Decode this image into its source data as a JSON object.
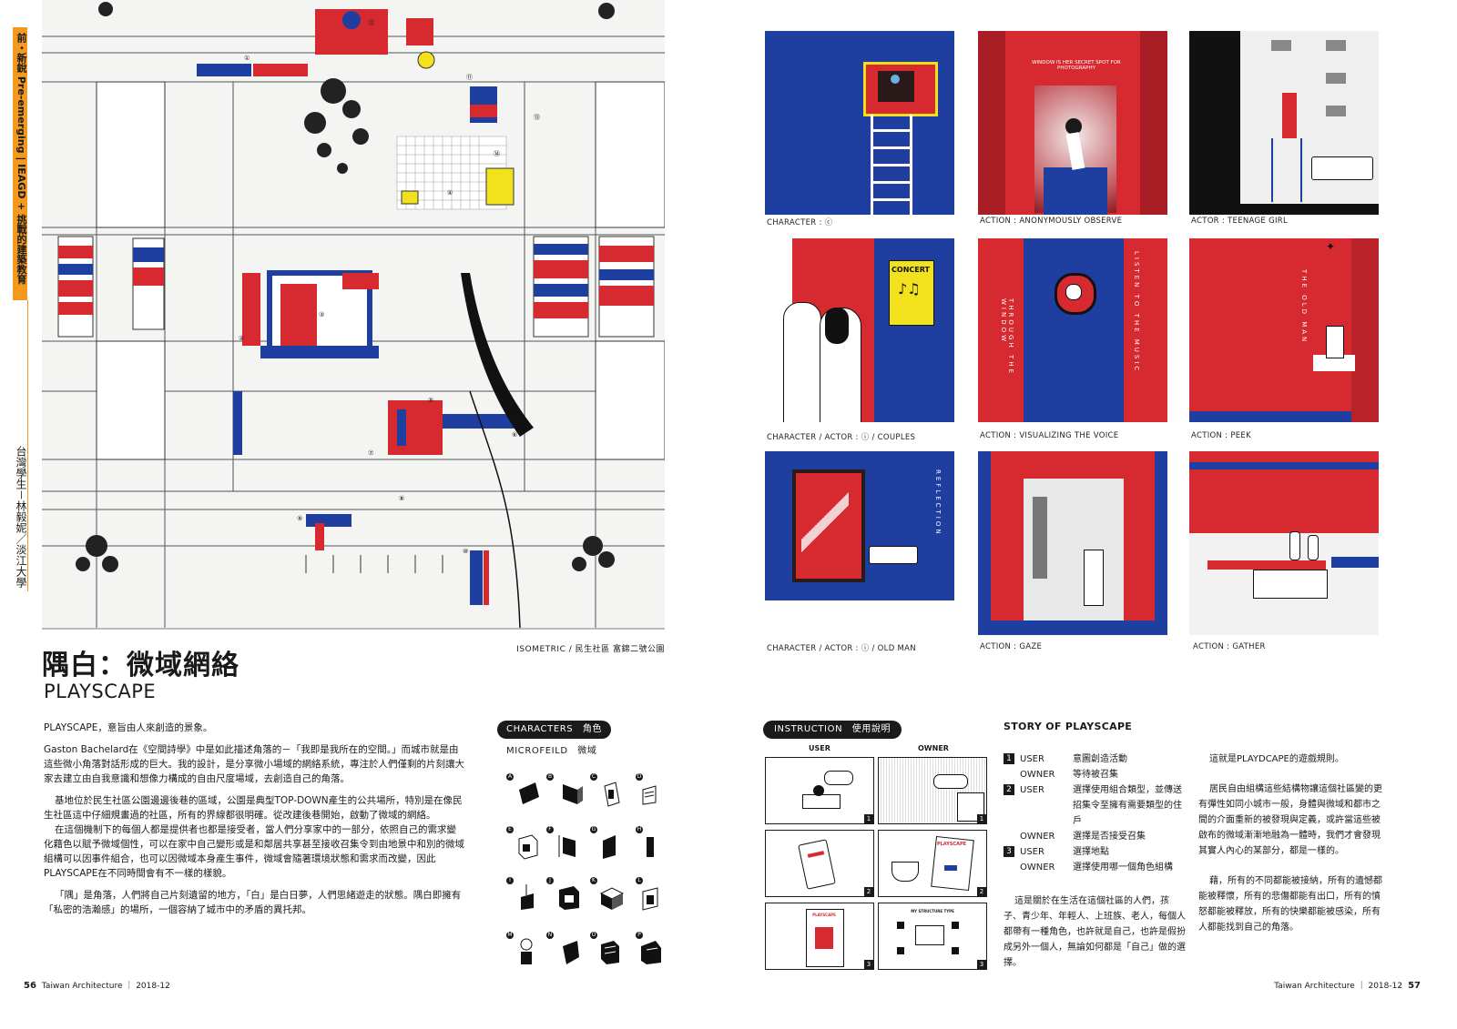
{
  "side": {
    "tab_text": "前・新銳 Pre-emerging | IEAGD + 挑戰的建築教育",
    "author_text": "台灣學生－林毅妮／淡江大學"
  },
  "iso": {
    "caption": "ISOMETRIC / 民生社區 富錦二號公園",
    "markers": [
      "①",
      "②",
      "③",
      "④",
      "⑤",
      "⑥",
      "⑦",
      "⑧",
      "⑨",
      "⑩",
      "⑪",
      "⑫",
      "⑬",
      "⑭"
    ]
  },
  "article": {
    "title_zh": "隅白：微域網絡",
    "title_en": "PLAYSCAPE",
    "paragraphs": [
      "PLAYSCAPE，意旨由人來創造的景象。",
      "Gaston Bachelard在《空間詩學》中是如此描述角落的－「我即是我所在的空間。」而城市就是由這些微小角落對話形成的巨大。我的設計，是分享微小場域的網絡系統，專注於人們僅剩的片刻讓大家去建立由自我意識和想像力構成的自由尺度場域，去創造自己的角落。",
      "基地位於民生社區公園邊邊後巷的區域，公園是典型TOP-DOWN產生的公共場所，特別是在像民生社區這中仔細規畫過的社區，所有的界線都很明確。從改建後巷開始，啟動了微域的網絡。",
      "在這個機制下的每個人都是提供者也都是接受者，當人們分享家中的一部分，依照自己的需求變化藉色以賦予微域個性，可以在家中自己變形或是和鄰居共享甚至接收召集令到由地景中和別的微域組構可以因事件組合，也可以因微域本身產生事件，微域會隨著環境狀態和需求而改變，因此PLAYSCAPE在不同時間會有不一樣的樣貌。",
      "「隅」是角落，人們將自己片刻遺留的地方，「白」是白日夢，人們思緒遊走的狀態。隅白即擁有「私密的浩瀚感」的場所，一個容納了城市中的矛盾的異托邦。"
    ]
  },
  "characters": {
    "pill": "CHARACTERS　角色",
    "subtitle": "MICROFEILD　微域",
    "labels": [
      "A",
      "B",
      "C",
      "D",
      "E",
      "F",
      "G",
      "H",
      "I",
      "J",
      "K",
      "L",
      "M",
      "N",
      "O",
      "P"
    ]
  },
  "footer_left": {
    "page": "56",
    "text": "Taiwan Architecture ｜ 2018-12"
  },
  "footer_right": {
    "page": "57",
    "text": "Taiwan Architecture ｜ 2018-12"
  },
  "panels": [
    {
      "caption": "CHARACTER : ⓒ"
    },
    {
      "caption": "ACTION : ANONYMOUSLY OBSERVE",
      "overlay": "WINDOW IS HER SECRET SPOT FOR PHOTOGRAPHY"
    },
    {
      "caption": "ACTOR : TEENAGE GIRL"
    },
    {
      "caption": "CHARACTER / ACTOR : ⓘ / COUPLES",
      "poster_title": "CONCERT"
    },
    {
      "caption": "ACTION : VISUALIZING THE VOICE",
      "vertical_left": "THROUGH THE WINDOW",
      "vertical_right": "LISTEN TO THE MUSIC"
    },
    {
      "caption": "ACTION : PEEK",
      "vertical": "THE OLD MAN"
    },
    {
      "caption": "CHARACTER / ACTOR : ⓘ / OLD MAN",
      "vertical": "REFLECTION"
    },
    {
      "caption": "ACTION : GAZE"
    },
    {
      "caption": "ACTION : GATHER"
    }
  ],
  "instruction": {
    "pill": "INSTRUCTION　使用說明",
    "col_user": "USER",
    "col_owner": "OWNER",
    "steps": [
      "1",
      "1",
      "2",
      "2",
      "3",
      "3"
    ],
    "card_title": "PLAYSCAPE",
    "structure_title": "MY STRUCTURE TYPE"
  },
  "story": {
    "title": "STORY OF PLAYSCAPE",
    "rows": [
      {
        "num": "1",
        "role": "USER",
        "text": "意圖創造活動"
      },
      {
        "num": "",
        "role": "OWNER",
        "text": "等待被召集"
      },
      {
        "num": "2",
        "role": "USER",
        "text": "選擇使用組合類型，並傳送招集令至擁有需要類型的住戶"
      },
      {
        "num": "",
        "role": "OWNER",
        "text": "選擇是否接受召集"
      },
      {
        "num": "3",
        "role": "USER",
        "text": "選擇地點"
      },
      {
        "num": "",
        "role": "OWNER",
        "text": "選擇使用哪一個角色組構"
      }
    ],
    "p1": "這是關於在生活在這個社區的人們，孩子、青少年、年輕人、上班族、老人，每個人都帶有一種角色，也許就是自己，也許是假扮成另外一個人，無論如何都是「自己」做的選擇。",
    "right_paragraphs": [
      "這就是PLAYDCAPE的遊戲規則。",
      "居民自由組構這些結構物讓這個社區變的更有彈性如同小城市一般，身體與微域和都市之間的介面重新的被發現與定義，或許當這些被啟布的微域漸漸地融為一體時，我們才會發現其實人內心的某部分，都是一樣的。",
      "藉，所有的不同都能被接納，所有的遺憾都能被釋懷，所有的悲傷都能有出口，所有的憤怒都能被釋放，所有的快樂都能被感染，所有人都能找到自己的角落。"
    ]
  },
  "colors": {
    "red": "#d62a30",
    "blue": "#1f3fa0",
    "orange": "#f39a1e",
    "yellow": "#f2e21d"
  }
}
